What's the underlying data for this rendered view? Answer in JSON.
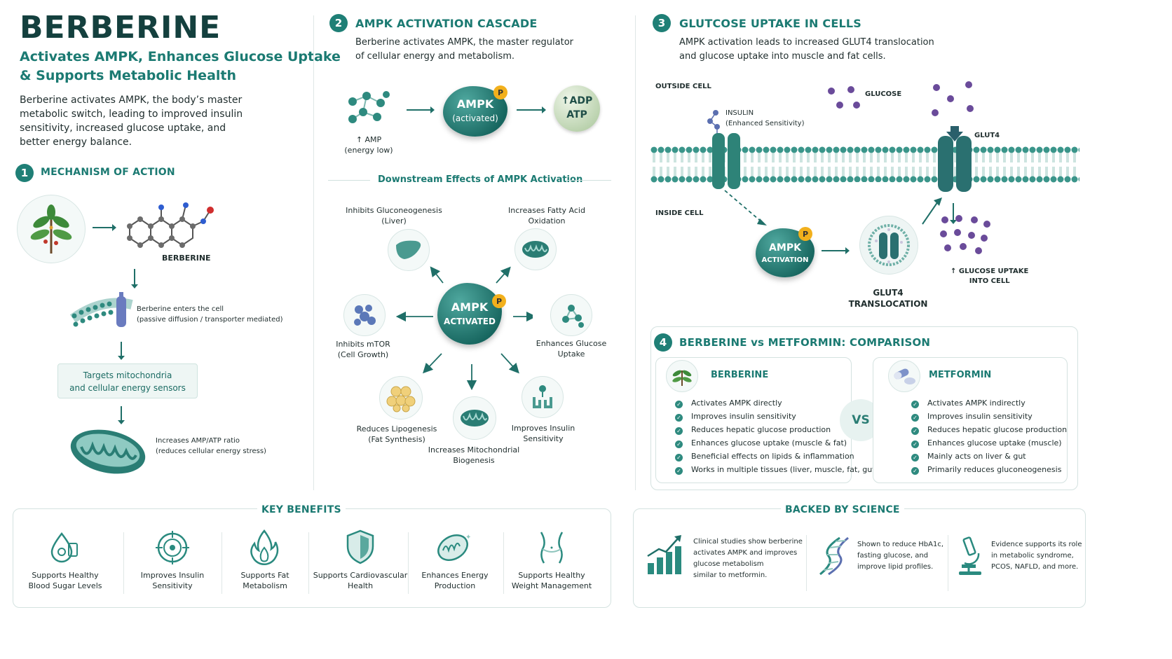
{
  "header": {
    "title": "BERBERINE",
    "subtitle_line1": "Activates AMPK, Enhances Glucose Uptake",
    "subtitle_line2": "& Supports Metabolic Health",
    "intro": [
      "Berberine activates AMPK, the body’s master",
      "metabolic switch, leading to improved insulin",
      "sensitivity, increased glucose uptake, and",
      "better energy balance."
    ]
  },
  "mechanism": {
    "number": "1",
    "title": "MECHANISM OF ACTION",
    "berberine_label": "BERBERINE",
    "enters_line1": "Berberine enters the cell",
    "enters_line2": "(passive diffusion / transporter mediated)",
    "targets_line1": "Targets mitochondria",
    "targets_line2": "and cellular energy sensors",
    "ratio_line1": "Increases AMP/ATP ratio",
    "ratio_line2": "(reduces cellular energy stress)"
  },
  "cascade": {
    "number": "2",
    "title": "AMPK ACTIVATION CASCADE",
    "desc_line1": "Berberine activates AMPK, the master regulator",
    "desc_line2": "of cellular energy and metabolism.",
    "amp_line1": "↑ AMP",
    "amp_line2": "(energy low)",
    "ampk_line1": "AMPK",
    "ampk_line2": "(activated)",
    "p": "P",
    "adp": "↑ADP",
    "atp": "ATP",
    "downstream_title": "Downstream Effects of AMPK Activation",
    "center_line1": "AMPK",
    "center_line2": "ACTIVATED",
    "effects": {
      "gluconeo_1": "Inhibits Gluconeogenesis",
      "gluconeo_2": "(Liver)",
      "fatty_1": "Increases Fatty Acid",
      "fatty_2": "Oxidation",
      "mtor_1": "Inhibits mTOR",
      "mtor_2": "(Cell Growth)",
      "glucose_1": "Enhances Glucose",
      "glucose_2": "Uptake",
      "lipo_1": "Reduces Lipogenesis",
      "lipo_2": "(Fat Synthesis)",
      "mito_1": "Increases Mitochondrial",
      "mito_2": "Biogenesis",
      "insulin_1": "Improves Insulin",
      "insulin_2": "Sensitivity"
    }
  },
  "uptake": {
    "number": "3",
    "title": "GLUTCOSE UPTAKE IN CELLS",
    "desc_line1": "AMPK activation leads to increased GLUT4 translocation",
    "desc_line2": "and glucose uptake into muscle and fat cells.",
    "outside": "OUTSIDE CELL",
    "inside": "INSIDE CELL",
    "glucose": "GLUCOSE",
    "insulin_1": "INSULIN",
    "insulin_2": "(Enhanced Sensitivity)",
    "glut4": "GLUT4",
    "ampk_1": "AMPK",
    "ampk_2": "ACTIVATION",
    "p": "P",
    "transloc_1": "GLUT4",
    "transloc_2": "TRANSLOCATION",
    "uptake_1": "↑ GLUCOSE UPTAKE",
    "uptake_2": "INTO CELL"
  },
  "comparison": {
    "number": "4",
    "title": "BERBERINE vs METFORMIN: COMPARISON",
    "vs": "VS",
    "berberine": {
      "name": "BERBERINE",
      "items": [
        "Activates AMPK directly",
        "Improves insulin sensitivity",
        "Reduces hepatic glucose production",
        "Enhances glucose uptake (muscle & fat)",
        "Beneficial effects on lipids & inflammation",
        "Works in multiple tissues (liver, muscle, fat, gut)"
      ]
    },
    "metformin": {
      "name": "METFORMIN",
      "items": [
        "Activates AMPK indirectly",
        "Improves insulin sensitivity",
        "Reduces hepatic glucose production",
        "Enhances glucose uptake (muscle)",
        "Mainly acts on liver & gut",
        "Primarily reduces gluconeogenesis"
      ]
    }
  },
  "benefits": {
    "title": "KEY BENEFITS",
    "items": [
      {
        "l1": "Supports Healthy",
        "l2": "Blood Sugar Levels"
      },
      {
        "l1": "Improves Insulin",
        "l2": "Sensitivity"
      },
      {
        "l1": "Supports Fat",
        "l2": "Metabolism"
      },
      {
        "l1": "Supports Cardiovascular",
        "l2": "Health"
      },
      {
        "l1": "Enhances Energy",
        "l2": "Production"
      },
      {
        "l1": "Supports Healthy",
        "l2": "Weight Management"
      }
    ]
  },
  "science": {
    "title": "BACKED BY SCIENCE",
    "item1": [
      "Clinical studies show berberine",
      "activates AMPK and improves",
      "glucose metabolism",
      "similar to metformin."
    ],
    "item2": [
      "Shown to reduce HbA1c,",
      "fasting glucose, and",
      "improve lipid profiles."
    ],
    "item3": [
      "Evidence supports its role",
      "in metabolic syndrome,",
      "PCOS, NAFLD, and more."
    ]
  },
  "colors": {
    "accent": "#1b7a72",
    "teal_dark": "#17665f",
    "badge": "#f2b01c",
    "glucose": "#6a4b9a"
  }
}
